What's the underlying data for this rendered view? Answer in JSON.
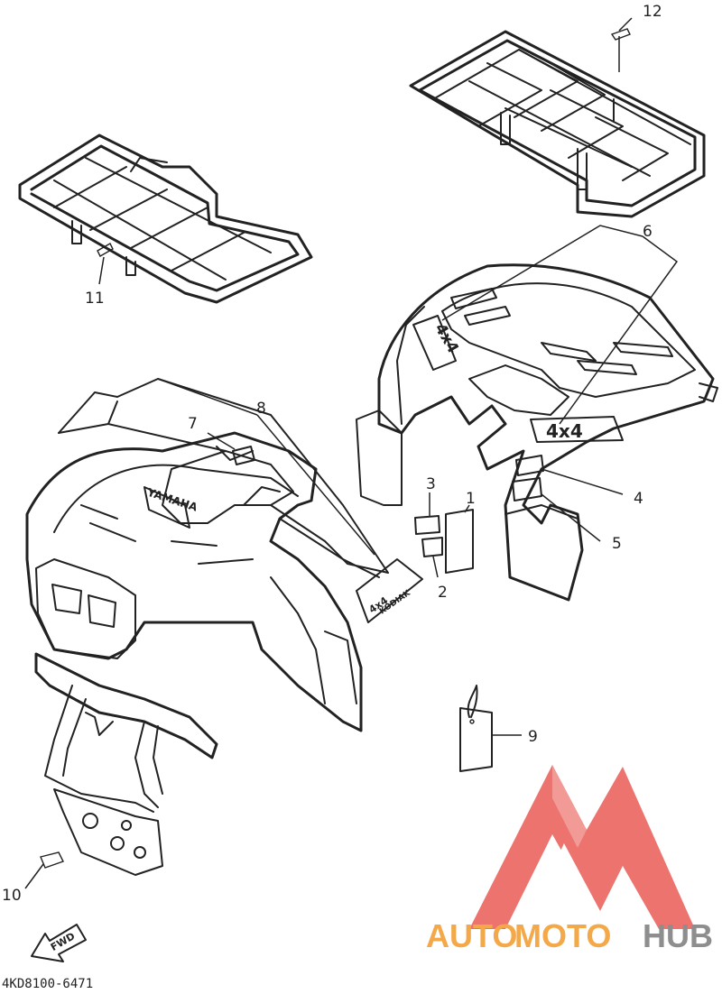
{
  "callouts": [
    {
      "id": "1",
      "label": "1"
    },
    {
      "id": "2",
      "label": "2"
    },
    {
      "id": "3",
      "label": "3"
    },
    {
      "id": "4",
      "label": "4"
    },
    {
      "id": "5",
      "label": "5"
    },
    {
      "id": "6",
      "label": "6"
    },
    {
      "id": "7",
      "label": "7"
    },
    {
      "id": "8",
      "label": "8"
    },
    {
      "id": "9",
      "label": "9"
    },
    {
      "id": "10",
      "label": "10"
    },
    {
      "id": "11",
      "label": "11"
    },
    {
      "id": "12",
      "label": "12"
    }
  ],
  "part_code": "4KD8100-6471",
  "decals": {
    "front_fender_brand": "YAMAHA",
    "rear_fender_4x4_side": "4x4",
    "rear_fender_4x4_rear": "4x4",
    "front_sticker_top": "4x4",
    "front_sticker_bottom": "KODIAK"
  },
  "fwd_arrow": "FWD",
  "watermark": {
    "part1": "AUTO",
    "part2": "MOTO",
    "part3": "HUB",
    "color_orange": "#f3a94a",
    "color_red": "#ea5b55",
    "color_grey": "#8e8e8e"
  }
}
